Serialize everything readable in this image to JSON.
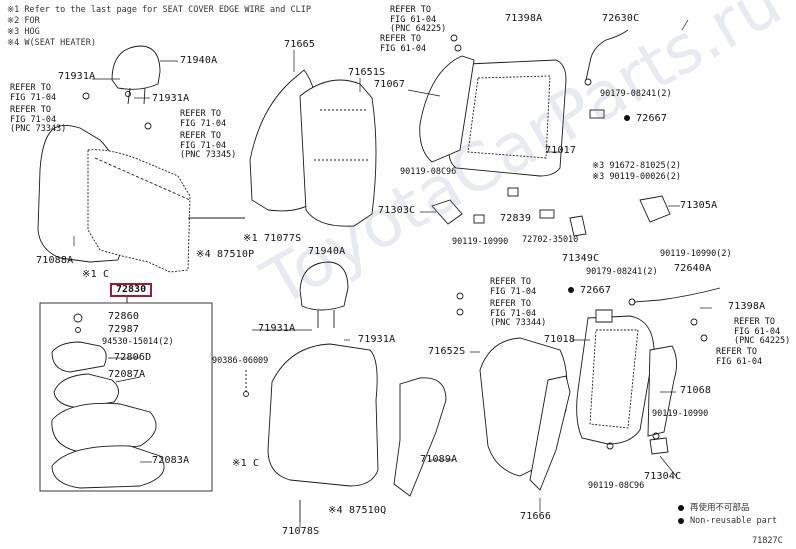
{
  "notes": [
    "※1 Refer to the last page for SEAT COVER EDGE WIRE and CLIP",
    "※2 FOR",
    "※3 HOG",
    "※4 W(SEAT HEATER)"
  ],
  "callouts": {
    "p71940A_top": "71940A",
    "p71931A_a": "71931A",
    "p71931A_b": "71931A",
    "ref_fig71_a": "REFER TO\nFIG 71-04",
    "ref_fig71_b": "REFER TO\nFIG 71-04\n(PNC 73343)",
    "ref_fig71_c": "REFER TO\nFIG 71-04",
    "ref_fig71_d": "REFER TO\nFIG 71-04\n(PNC 73345)",
    "p71088A": "71088A",
    "p71077S": "※1 71077S",
    "p87510P": "※4 87510P",
    "c1": "※1 C",
    "p72830": "72830",
    "p72860": "72860",
    "p72987": "72987",
    "p94530": "94530-15014(2)",
    "p72806D": "72806D",
    "p72087A": "72087A",
    "p72083A": "72083A",
    "p71665": "71665",
    "p71651S": "71651S",
    "p71067": "71067",
    "ref_fig61_a": "REFER TO\nFIG 61-04\n(PNC 64225)",
    "ref_fig61_b": "REFER TO\nFIG 61-04",
    "p71398A_top": "71398A",
    "p72630C": "72630C",
    "p90179_a": "90179-08241(2)",
    "p72667_a": "72667",
    "p71017": "71017",
    "p90119_08c96_a": "90119-08C96",
    "p91672": "※3 91672-81025(2)",
    "p90119_00026": "※3 90119-00026(2)",
    "p71303C": "71303C",
    "p72839": "72839",
    "p90119_10990_a": "90119-10990",
    "p72702": "72702-35010",
    "p71349C": "71349C",
    "p71305A": "71305A",
    "p90119_10990_b": "90119-10990(2)",
    "p90179_b": "90179-08241(2)",
    "p72640A": "72640A",
    "p72667_b": "72667",
    "p71398A_b": "71398A",
    "ref_fig61_c": "REFER TO\nFIG 61-04\n(PNC 64225)",
    "ref_fig61_d": "REFER TO\nFIG 61-04",
    "p71940A_mid": "71940A",
    "ref_fig71_e": "REFER TO\nFIG 71-04",
    "ref_fig71_f": "REFER TO\nFIG 71-04\n(PNC 73344)",
    "p71931A_c": "71931A",
    "p71931A_d": "71931A",
    "p90386": "90386-06009",
    "p71652S": "71652S",
    "p71018": "71018",
    "p71068": "71068",
    "p90119_10990_c": "90119-10990",
    "p71089A": "71089A",
    "c2": "※1 C",
    "p87510Q": "※4 87510Q",
    "p71078S": "71078S",
    "p71666": "71666",
    "p90119_08c96_b": "90119-08C96",
    "p71304C": "71304C"
  },
  "legend": {
    "item1": "再使用不可部品",
    "item2": "Non-reusable part"
  },
  "watermark": "ToyotaCarParts.ru",
  "figure_code": "71827C"
}
